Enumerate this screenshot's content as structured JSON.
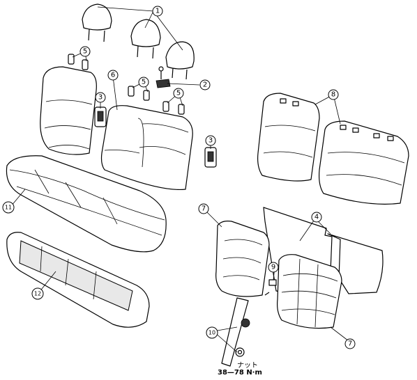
{
  "callouts": {
    "c1": "1",
    "c2": "2",
    "c3a": "3",
    "c3b": "3",
    "c4": "4",
    "c5a": "5",
    "c5b": "5",
    "c5c": "5",
    "c6": "6",
    "c7a": "7",
    "c7b": "7",
    "c8": "8",
    "c9": "9",
    "c10": "10",
    "c11": "11",
    "c12": "12"
  },
  "nut_note": {
    "label": "ナット",
    "torque": "38—78 N·m"
  }
}
